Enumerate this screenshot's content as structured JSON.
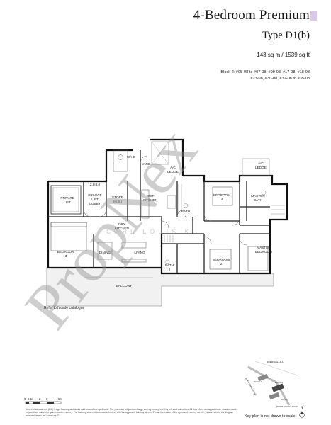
{
  "header": {
    "title": "4-Bedroom Premium",
    "type": "Type D1(b)",
    "area": "143 sq m / 1539 sq ft",
    "units_line1": "Block 2: #05-08 to #07-08, #09-08, #17-08, #18-08",
    "units_line2": "#23-08, #30-08, #32-08 to #35-08"
  },
  "rooms": {
    "private_lift": [
      "PRIVATE",
      "LIFT"
    ],
    "private_lift_lobby": [
      "PRIVATE",
      "LIFT",
      "LOBBY"
    ],
    "dim": "2.6|3.0",
    "store": [
      "STORE",
      "(H.S.)"
    ],
    "wet_kitchen": [
      "WET",
      "KITCHEN"
    ],
    "dry_kitchen": [
      "DRY",
      "KITCHEN"
    ],
    "yard": "YARD",
    "whd": "W/HD",
    "ac_ledge_1": [
      "A/C",
      "LEDGE"
    ],
    "ac_ledge_2": [
      "A/C",
      "LEDGE"
    ],
    "bath_3": [
      "BATH",
      "3"
    ],
    "bath_2": [
      "BATH",
      "2"
    ],
    "bedroom_4": [
      "BEDROOM",
      "4"
    ],
    "bedroom_3": [
      "BEDROOM",
      "3"
    ],
    "bedroom_2": [
      "BEDROOM",
      "2"
    ],
    "master_bath": [
      "MASTER",
      "BATH"
    ],
    "master_bedroom": [
      "MASTER",
      "BEDROOM"
    ],
    "dining": "DINING",
    "living": "LIVING",
    "balcony": "BALCONY"
  },
  "watermark": {
    "text": "PropNex",
    "subtext": "CARL LOUIS K"
  },
  "footer": {
    "facade_note": "Refer to facade catalogue",
    "scale_labels": [
      "0",
      "0.5",
      "1",
      "2",
      "3",
      "5M"
    ],
    "disclaimer": "Area includes air con (A/C) ledge, balcony and strata void area where applicable. The plans are subject to change as may be approved by relevant authorities. All floor plans are approximate measurements only and are subject to government re-survey. The balcony shall not be enclosed unless with the approved balcony screen. For an illustration of the approved balcony screen, please refer to the diagram annexed hereto as \"Annexure F\".",
    "key_plan_note": "Key plan is not drawn to scale.",
    "north": "N",
    "key_plan": {
      "road_1": "RIVERVALE HILL",
      "road_2": "BUKIT TIMAH ROAD",
      "road_3": "RIVER VALLEY ROAD",
      "block_2": "BLOCK 2",
      "block_3": "BLOCK 3",
      "block_4": "BLOCK 4"
    }
  }
}
